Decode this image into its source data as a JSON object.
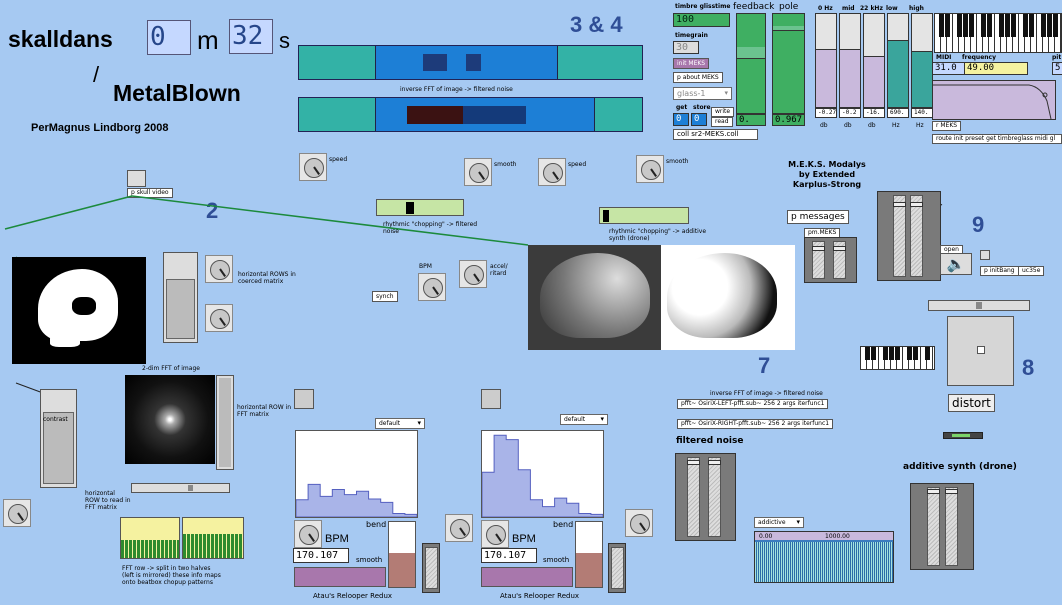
{
  "header": {
    "title1": "skalldans",
    "minutes": "0",
    "m": "m",
    "seconds": "32",
    "s": "s",
    "slash": "/",
    "title2": "MetalBlown",
    "author": "PerMagnus Lindborg 2008",
    "sec34": "3 & 4"
  },
  "sections": {
    "n2": "2",
    "n7": "7",
    "n8": "8",
    "n9": "9"
  },
  "top_center": {
    "caption": "inverse FFT of image -> filtered noise",
    "speed": "speed",
    "smooth": "smooth",
    "speed2": "speed",
    "smooth2": "smooth",
    "pscull": "p skull  video",
    "rh1": "rhythmic \"chopping\" -> filtered noise",
    "rh2": "rhythmic \"chopping\" -> additive synth (drone)",
    "bpm": "BPM",
    "accel": "accel/ ritard",
    "synch": "synch"
  },
  "left": {
    "contrast": "contrast",
    "contrast2": "contrast",
    "hrows": "horizontal ROWS in coerced matrix",
    "fft2d": "2-dim FFT of image",
    "hrow": "horizontal ROW in FFT matrix",
    "hrow_read": "horizontal ROW to read in FFT matrix",
    "fft_split": "FFT row -> split in two halves (left is mirrored) these info maps onto beatbox chopup patterns"
  },
  "relooper": {
    "bpm_label": "BPM",
    "bpm_value1": "170.107",
    "bpm_value2": "170.107",
    "bend": "bend",
    "smooth": "smooth",
    "title": "Atau's Relooper Redux",
    "menu": "default",
    "histA": [
      0.2,
      0.2,
      0.38,
      0.38,
      0.24,
      0.24,
      0.32,
      0.32,
      0.26,
      0.26,
      0.3,
      0.3,
      0.21,
      0.21,
      0.17,
      0.17,
      0.04,
      0.04,
      0.03,
      0.03
    ],
    "histB": [
      0.52,
      0.52,
      0.95,
      0.95,
      0.9,
      0.9,
      0.55,
      0.55,
      0.2,
      0.2,
      0.12,
      0.12,
      0.22,
      0.22,
      0.16,
      0.16,
      0.04,
      0.04,
      0.03,
      0.03
    ]
  },
  "meks": {
    "title": "M.E.K.S. Modalys by Extended Karplus-Strong",
    "pmsg": "p messages",
    "pm": "pm.MEKS",
    "ts": "timbre glisstime",
    "ts_val": "100",
    "tg": "timegrain",
    "tg_val": "30",
    "init": "init MEKS",
    "about": "p about MEKS",
    "glass": "glass-1",
    "get": "get",
    "store": "store",
    "write": "write",
    "read": "read",
    "gv1": "0",
    "gv2": "0",
    "coll": "coll sr2-MEKS.coll",
    "fb": "feedback",
    "fb_val": "0.",
    "pole": "pole",
    "pole_val": "0.967",
    "hz0": "0 Hz",
    "mid": "mid",
    "hz22": "22 kHz",
    "low": "low",
    "high": "high",
    "eq": [
      "-0.27",
      "-0.2",
      "-16.",
      "690.",
      "140."
    ],
    "eq_units": [
      "db",
      "db",
      "db",
      "Hz",
      "Hz"
    ],
    "midi": "MIDI",
    "freq": "frequency",
    "midi_val": "31.0",
    "freq_val": "49.00",
    "pitch": "pit",
    "pitch_val": "5",
    "rmeks": "r MEKS",
    "route": "route init preset get timbreglass midi gl"
  },
  "right": {
    "open": "open",
    "pinit": "p initBang",
    "uc": "uc35e",
    "distort": "distort",
    "ifft": "inverse FFT of image -> filtered noise",
    "pfft1": "pfft~ OsiriX-LEFT-pfft.sub~ 256 2 args iterfunc1",
    "pfft2": "pfft~ OsiriX-RIGHT-pfft.sub~ 256 2 args iterfunc1",
    "fnoise": "filtered noise",
    "addsyn": "additive synth (drone)",
    "addmenu": "addictive",
    "wav_t0": "0.00",
    "wav_t1": "1000.00"
  },
  "colors": {
    "bg": "#a6c9f2",
    "teal": "#33b2a6",
    "blue": "#1d7fd6",
    "title_blue": "#2f4e96",
    "green": "#3faf62",
    "lavender": "#c9b9dc",
    "purple": "#a877ac"
  }
}
